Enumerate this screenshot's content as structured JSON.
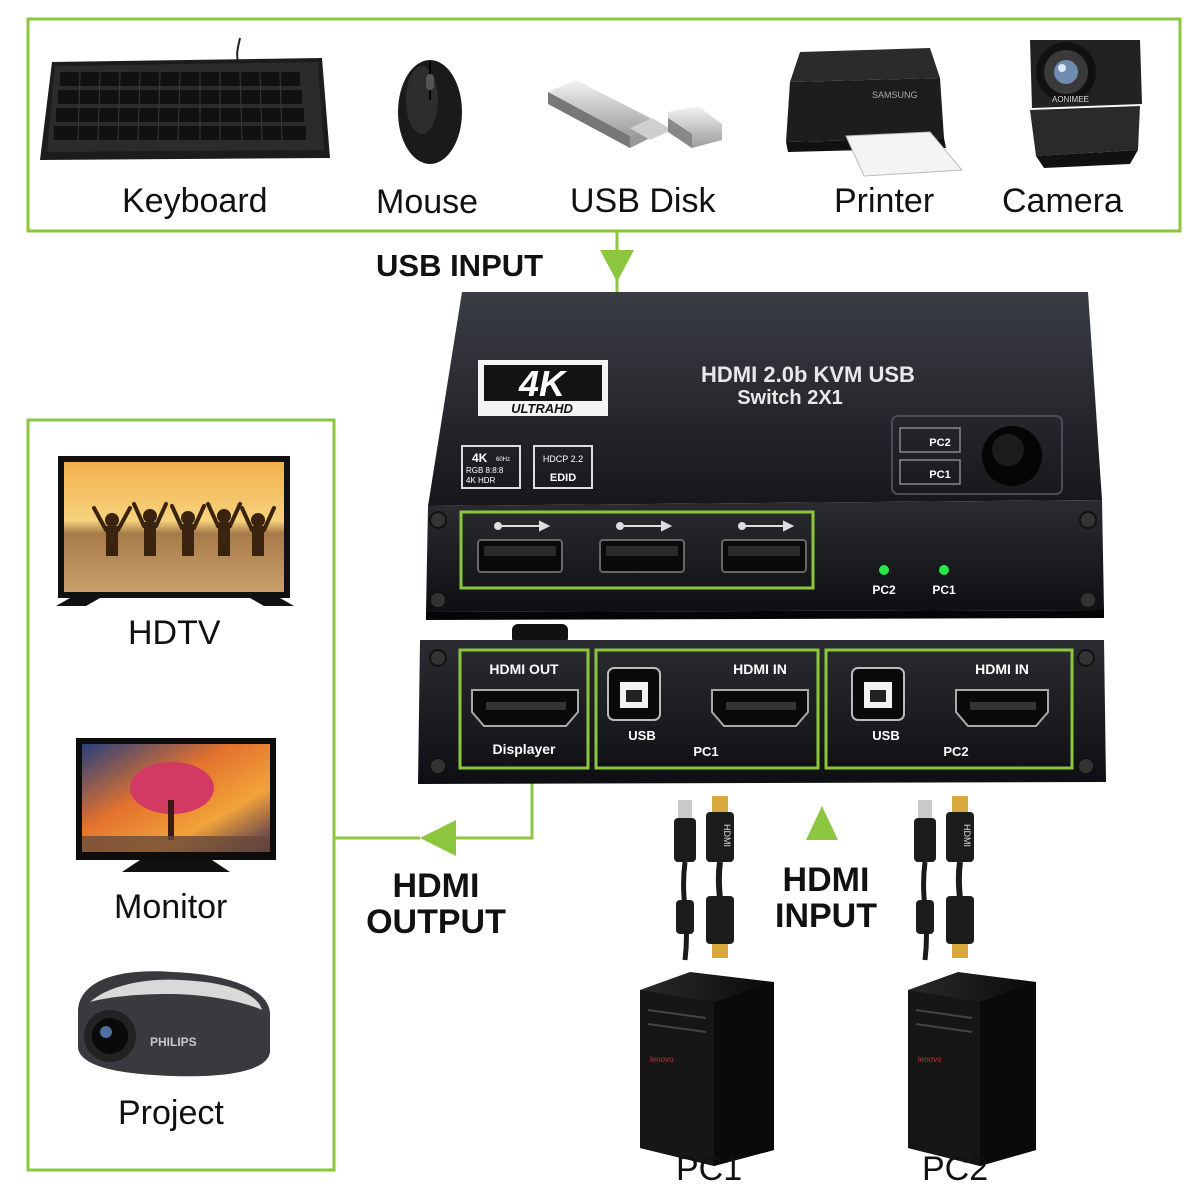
{
  "usb_devices": {
    "items": [
      {
        "label": "Keyboard",
        "icon": "keyboard-icon"
      },
      {
        "label": "Mouse",
        "icon": "mouse-icon"
      },
      {
        "label": "USB Disk",
        "icon": "usb-disk-icon"
      },
      {
        "label": "Printer",
        "icon": "printer-icon"
      },
      {
        "label": "Camera",
        "icon": "camera-icon"
      }
    ],
    "usb_input_label": "USB INPUT"
  },
  "outputs": {
    "items": [
      {
        "label": "HDTV",
        "icon": "hdtv-icon"
      },
      {
        "label": "Monitor",
        "icon": "monitor-icon"
      },
      {
        "label": "Project",
        "icon": "projector-icon"
      }
    ],
    "hdmi_output_label_line1": "HDMI",
    "hdmi_output_label_line2": "OUTPUT"
  },
  "device": {
    "badge_main": "4K",
    "badge_sub": "ULTRAHD",
    "title_line1": "HDMI 2.0b KVM USB",
    "title_line2": "Switch 2X1",
    "spec_4k": "4K",
    "spec_60hz": "60Hz",
    "spec_rgb": "RGB 8:8:8",
    "spec_hdr": "4K HDR",
    "spec_hdcp": "HDCP 2.2",
    "spec_edid": "EDID",
    "btn_pc2": "PC2",
    "btn_pc1": "PC1",
    "led_pc2": "PC2",
    "led_pc1": "PC1",
    "back_hdmi_out": "HDMI OUT",
    "back_displayer": "Displayer",
    "back_hdmi_in_1": "HDMI IN",
    "back_usb_1": "USB",
    "back_pc1": "PC1",
    "back_hdmi_in_2": "HDMI IN",
    "back_usb_2": "USB",
    "back_pc2": "PC2",
    "cable_label": "HDMI"
  },
  "inputs": {
    "hdmi_input_label_line1": "HDMI",
    "hdmi_input_label_line2": "INPUT",
    "pcs": [
      {
        "label": "PC1",
        "brand": "lenovo"
      },
      {
        "label": "PC2",
        "brand": "lenovo"
      }
    ]
  },
  "logos": {
    "camera_brand": "AONIMEE",
    "printer_brand": "SAMSUNG",
    "projector_brand": "PHILIPS"
  },
  "colors": {
    "frame_green": "#8cc63f",
    "device_body": "#1b1d22",
    "led_green": "#27e64a"
  }
}
